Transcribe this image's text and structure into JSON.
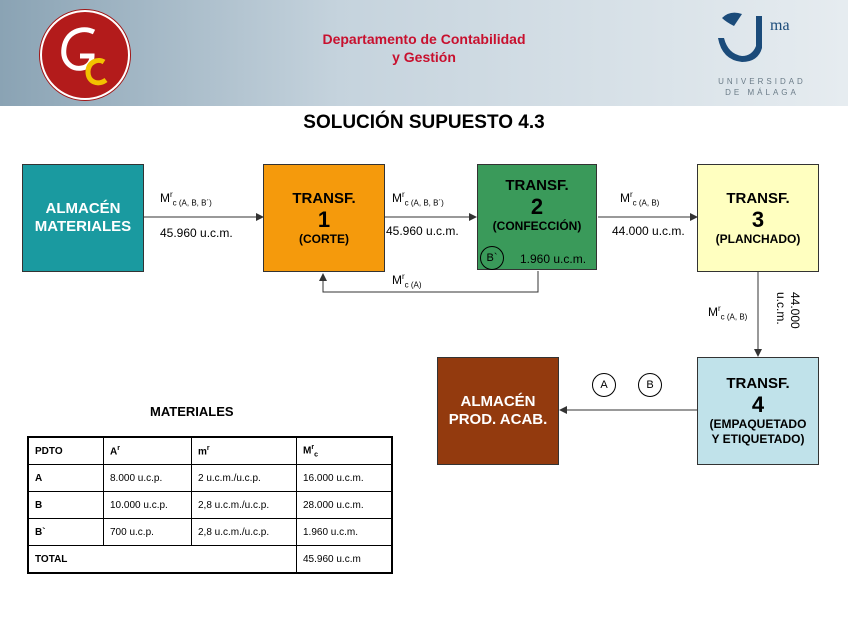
{
  "header": {
    "dept_line1": "Departamento de Contabilidad",
    "dept_line2": "y Gestión",
    "uma_text": "ma",
    "uni_line1": "UNIVERSIDAD",
    "uni_line2": "DE MÁLAGA"
  },
  "title": "SOLUCIÓN SUPUESTO 4.3",
  "boxes": {
    "almacen_mat": {
      "line1": "ALMACÉN",
      "line2": "MATERIALES",
      "color": "#1a9aa0"
    },
    "t1": {
      "title": "TRANSF.",
      "num": "1",
      "sub": "(CORTE)",
      "color": "#f59a0c"
    },
    "t2": {
      "title": "TRANSF.",
      "num": "2",
      "sub": "(CONFECCIÓN)",
      "color": "#3a9a5a"
    },
    "t3": {
      "title": "TRANSF.",
      "num": "3",
      "sub": "(PLANCHADO)",
      "color": "#ffffc0"
    },
    "t4": {
      "title": "TRANSF.",
      "num": "4",
      "sub1": "(EMPAQUETADO",
      "sub2": "Y ETIQUETADO)",
      "color": "#c0e2ea"
    },
    "almacen_prod": {
      "line1": "ALMACÉN",
      "line2": "PROD. ACAB.",
      "color": "#933a0e"
    }
  },
  "flows": {
    "f1_label": "M",
    "f1_sup": "r",
    "f1_sub": "c (A, B, B´)",
    "f1_value": "45.960 u.c.m.",
    "f2_label": "M",
    "f2_sup": "r",
    "f2_sub": "c (A, B, B´)",
    "f2_value": "45.960 u.c.m.",
    "f3_label": "M",
    "f3_sup": "r",
    "f3_sub": "c (A, B)",
    "f3_value": "44.000 u.c.m.",
    "fb_label": "M",
    "fb_sup": "r",
    "fb_sub": "c (A)",
    "b_circle": "B`",
    "b_value": "1.960 u.c.m.",
    "f4_label": "M",
    "f4_sup": "r",
    "f4_sub": "c (A, B)",
    "f4_value": "44.000 u.c.m.",
    "circle_a": "A",
    "circle_b": "B"
  },
  "materials": {
    "title": "MATERIALES",
    "headers": [
      "PDTO",
      "A",
      "m",
      "M"
    ],
    "header_sups": [
      "",
      "r",
      "r",
      "r"
    ],
    "header_subs": [
      "",
      "",
      "",
      "c"
    ],
    "rows": [
      [
        "A",
        "8.000 u.c.p.",
        "2 u.c.m./u.c.p.",
        "16.000 u.c.m."
      ],
      [
        "B",
        "10.000 u.c.p.",
        "2,8 u.c.m./u.c.p.",
        "28.000 u.c.m."
      ],
      [
        "B`",
        "700 u.c.p.",
        "2,8 u.c.m./u.c.p.",
        "1.960 u.c.m."
      ]
    ],
    "total_label": "TOTAL",
    "total_value": "45.960 u.c.m"
  }
}
